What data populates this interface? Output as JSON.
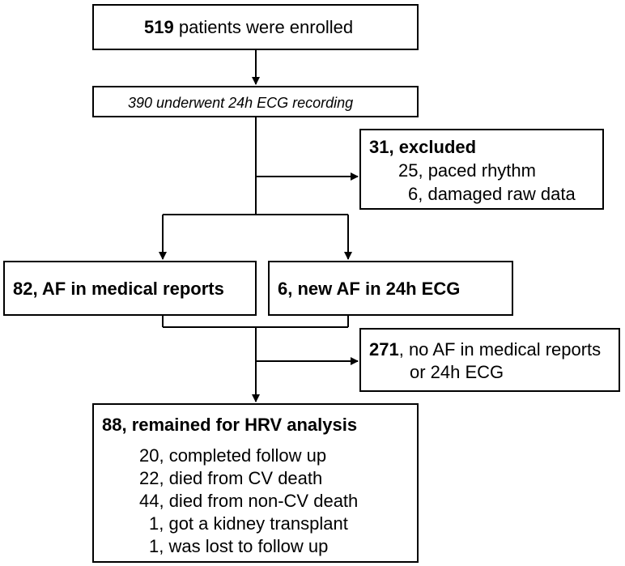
{
  "enrolled": {
    "count": "519",
    "text": " patients were enrolled"
  },
  "ecg": {
    "text": "390 underwent 24h ECG recording"
  },
  "excluded": {
    "title": "31, excluded",
    "items": [
      "25, paced rhythm",
      "6, damaged raw data"
    ]
  },
  "af_medical": {
    "text": "82, AF in medical reports"
  },
  "af_new": {
    "text": "6, new AF in 24h ECG"
  },
  "no_af": {
    "count": "271",
    "line1": ", no AF in medical reports",
    "line2": "or 24h ECG"
  },
  "remained": {
    "title": "88, remained for HRV analysis",
    "items": [
      "20, completed follow up",
      "22, died from CV death",
      "44, died from non-CV death",
      "1, got a kidney transplant",
      "1, was lost to follow up"
    ]
  }
}
